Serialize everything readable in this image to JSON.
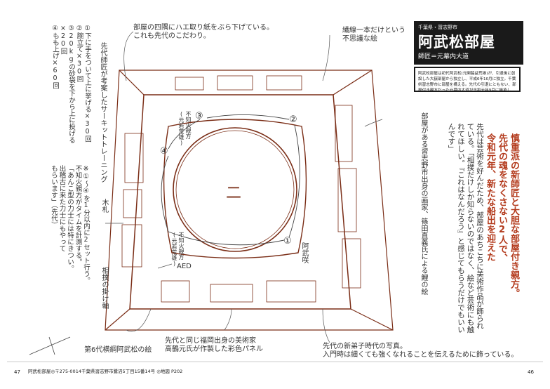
{
  "page": {
    "prefecture": "千葉県・習志野市",
    "stable_name": "阿武松部屋",
    "master": "師匠＝元幕内大道",
    "description": "阿武松部屋は初代阿武松(元関脇益荒雄)が、引退後に創設した大嶽部屋から独立し、平成6年10月に独立。千葉県習志野市に部屋を構える。先代の引退にともない、部屋付き親方だった元幕内大道が令和元年9月に継承した。主な関取は幕内阿武咲(元小結)。",
    "page_left": "47",
    "page_right": "46",
    "footer": "阿武松部屋◎〒275-0014千葉県習志野市鷺沼5丁目15番14号 ◎地図 P202"
  },
  "notes": {
    "ceiling_tape": "部屋の四隅にハエ取り紙をぶら下げている。\nこれも先代のこだわり。",
    "line_painting": "繊線一本だけという\n不思議な絵",
    "training_steps": "①下に手をついて上に挙げる×30回\n②腕立て×30回\n③20kgの砂袋を下から上に投げる×20回\n④もも上げ×60回",
    "circuit_training": "先代師匠が考案したサーキットトレーニング",
    "rule": "※①〜④を1分以内に2セット行う。\n不知火親方がタイムを計測する。\n「あんこ型の力士には特にきつい。\n出稽古に来た力士にもやって\nもらいます」（先代）",
    "painter_info": "部屋がある習志野市出身の画家、篠田直義氏による鯉の絵",
    "sensei_quote": "先代は芸術を好んだため、部屋のあちこちに美術作品が飾られている。「相撲だけしか知らないのではなく、絵など芸術にも触れてほしい。『これはなんだろう』と感じてもらうだけでもいいんです」",
    "headline": "慎重派の新師匠と大胆な部屋付き親方。\n先代の魂をなくさない2人で、\n令和元年、新たな船出を迎えた",
    "wood_tag": "木札",
    "sumo_scroll": "相撲の掛け軸",
    "aed": "AED",
    "tattoo_pic": "第6代横綱阿武松の絵",
    "board_lacquer": "先代と同じ福岡出身の美術家\n高鶴元氏が作製した彩色パネル",
    "photos": "先代の新弟子時代の写真。\n入門時は細くても強くなれることを伝えるために飾っている。",
    "oyakata_a": "阿武咲",
    "oyakata_b": "不知火親方\n(元若荒雄)",
    "oyakata_c": "不知火親方\n(元若荒雄)",
    "ring_mark": "二",
    "step1": "①",
    "step2": "②",
    "step3": "③",
    "step4": "④"
  }
}
